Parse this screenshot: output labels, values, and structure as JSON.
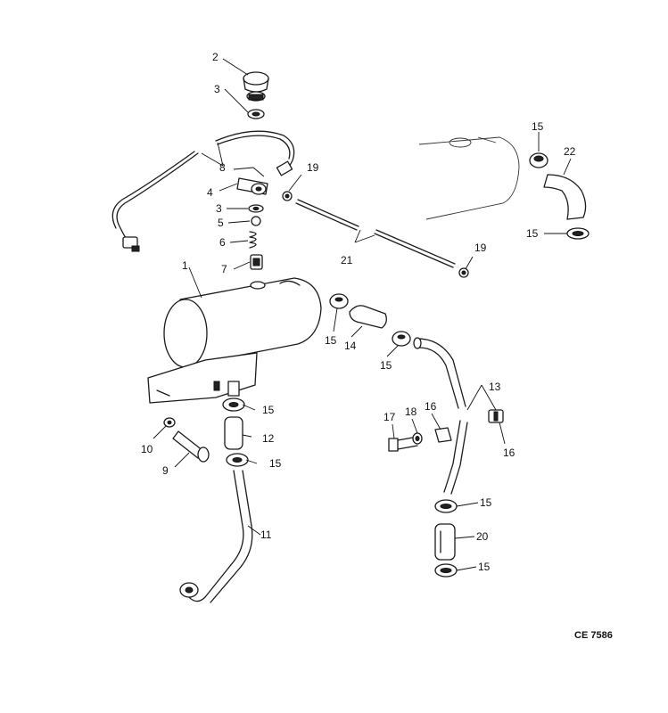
{
  "figure": {
    "reference": "CE 7586",
    "callouts": [
      {
        "id": "c1",
        "text": "1"
      },
      {
        "id": "c2",
        "text": "2"
      },
      {
        "id": "c3a",
        "text": "3"
      },
      {
        "id": "c3b",
        "text": "3"
      },
      {
        "id": "c4",
        "text": "4"
      },
      {
        "id": "c5",
        "text": "5"
      },
      {
        "id": "c6",
        "text": "6"
      },
      {
        "id": "c7",
        "text": "7"
      },
      {
        "id": "c8",
        "text": "8"
      },
      {
        "id": "c9",
        "text": "9"
      },
      {
        "id": "c10",
        "text": "10"
      },
      {
        "id": "c11",
        "text": "11"
      },
      {
        "id": "c12",
        "text": "12"
      },
      {
        "id": "c13",
        "text": "13"
      },
      {
        "id": "c14",
        "text": "14"
      },
      {
        "id": "c15a",
        "text": "15"
      },
      {
        "id": "c15b",
        "text": "15"
      },
      {
        "id": "c15c",
        "text": "15"
      },
      {
        "id": "c15d",
        "text": "15"
      },
      {
        "id": "c15e",
        "text": "15"
      },
      {
        "id": "c15f",
        "text": "15"
      },
      {
        "id": "c15g",
        "text": "15"
      },
      {
        "id": "c15h",
        "text": "15"
      },
      {
        "id": "c16a",
        "text": "16"
      },
      {
        "id": "c16b",
        "text": "16"
      },
      {
        "id": "c17",
        "text": "17"
      },
      {
        "id": "c18",
        "text": "18"
      },
      {
        "id": "c19a",
        "text": "19"
      },
      {
        "id": "c19b",
        "text": "19"
      },
      {
        "id": "c20",
        "text": "20"
      },
      {
        "id": "c21",
        "text": "21"
      },
      {
        "id": "c22",
        "text": "22"
      }
    ]
  }
}
